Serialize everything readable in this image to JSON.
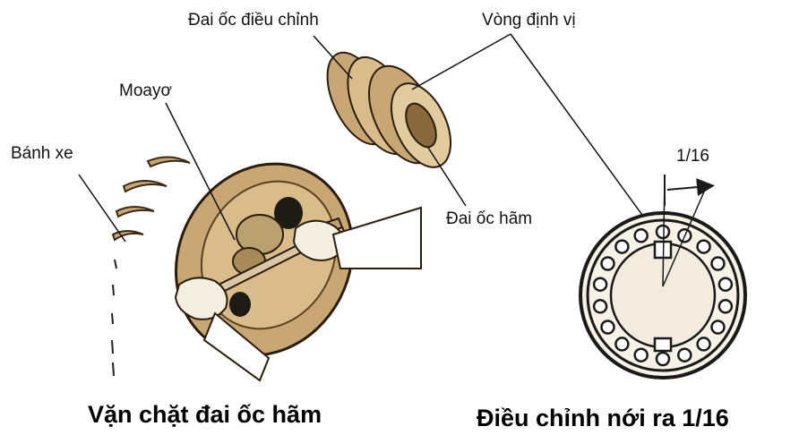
{
  "labels": {
    "adjusting_nut": "Đai ốc điều chỉnh",
    "locating_ring": "Vòng định vị",
    "hub": "Moayơ",
    "wheel": "Bánh xe",
    "lock_nut": "Đai ốc hãm",
    "fraction": "1/16"
  },
  "captions": {
    "left": "Vặn chặt đai ốc hãm",
    "right": "Điều chỉnh nới ra 1/16"
  },
  "colors": {
    "tan": "#c9a775",
    "tan_dark": "#8a6a3c",
    "paper": "#f7f2e8",
    "ink": "#1a1a1a"
  }
}
